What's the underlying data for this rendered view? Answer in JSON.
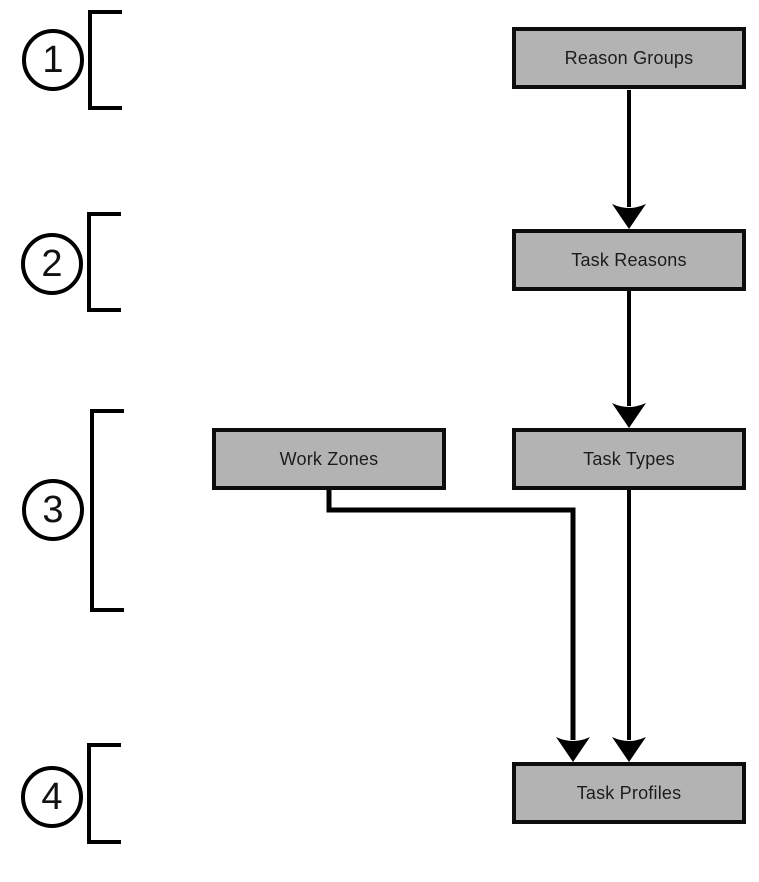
{
  "diagram": {
    "background_color": "#ffffff",
    "node_fill_color": "#b3b3b3",
    "node_border_color": "#0d0d0d",
    "line_color": "#000000",
    "steps": [
      {
        "number": "1"
      },
      {
        "number": "2"
      },
      {
        "number": "3"
      },
      {
        "number": "4"
      }
    ],
    "nodes": [
      {
        "id": "reason-groups",
        "label": "Reason Groups",
        "step": "1"
      },
      {
        "id": "task-reasons",
        "label": "Task Reasons",
        "step": "2"
      },
      {
        "id": "work-zones",
        "label": "Work Zones",
        "step": "3"
      },
      {
        "id": "task-types",
        "label": "Task Types",
        "step": "3"
      },
      {
        "id": "task-profiles",
        "label": "Task Profiles",
        "step": "4"
      }
    ],
    "edges": [
      {
        "from": "Reason Groups",
        "to": "Task Reasons",
        "style": "straight-arrow"
      },
      {
        "from": "Task Reasons",
        "to": "Task Types",
        "style": "straight-arrow"
      },
      {
        "from": "Task Types",
        "to": "Task Profiles",
        "style": "straight-arrow"
      },
      {
        "from": "Work Zones",
        "to": "Task Profiles",
        "style": "elbow-arrow"
      }
    ]
  }
}
